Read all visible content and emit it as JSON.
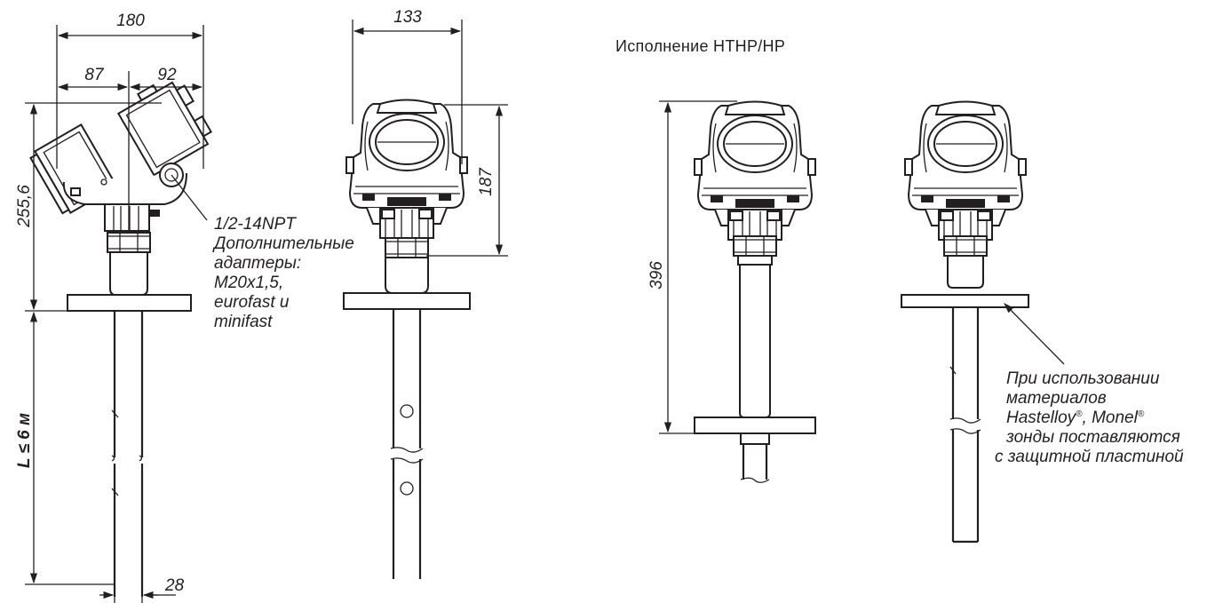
{
  "dimensions": {
    "width_total": "180",
    "width_left": "87",
    "width_right": "92",
    "height_head": "255,6",
    "length_probe": "L ≤ 6 м",
    "probe_diameter": "28",
    "front_width": "133",
    "front_height": "187",
    "htph_height": "396"
  },
  "notes": {
    "thread": [
      "1/2-14NPT",
      "Дополнительные",
      "адаптеры:",
      "M20x1,5,",
      "eurofast и",
      "minifast"
    ],
    "material_line1": "При использовании",
    "material_line2": "материалов",
    "material_line3_a": "Hastelloy",
    "material_line3_b": ", Monel",
    "material_reg": "®",
    "material_line4": "зонды поставляются",
    "material_line5": "с защитной пластиной"
  },
  "caption": "Исполнение HTHP/HP",
  "colors": {
    "ink": "#231f20",
    "background": "#ffffff"
  }
}
